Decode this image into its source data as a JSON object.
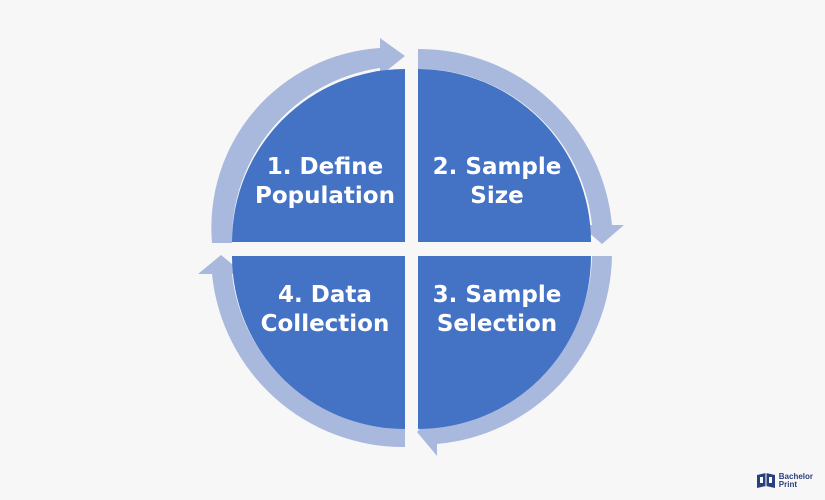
{
  "colors": {
    "background": "#f7f7f7",
    "quadrant_fill": "#4472c4",
    "arrow_fill": "#a9b9de",
    "text": "#ffffff"
  },
  "quadrants": [
    {
      "id": "q1",
      "line1": "1. Define",
      "line2": "Population"
    },
    {
      "id": "q2",
      "line1": "2. Sample",
      "line2": "Size"
    },
    {
      "id": "q3",
      "line1": "3. Sample",
      "line2": "Selection"
    },
    {
      "id": "q4",
      "line1": "4. Data",
      "line2": "Collection"
    }
  ],
  "logo": {
    "line1": "Bachelor",
    "line2": "Print",
    "icon": "book-logo-icon"
  }
}
